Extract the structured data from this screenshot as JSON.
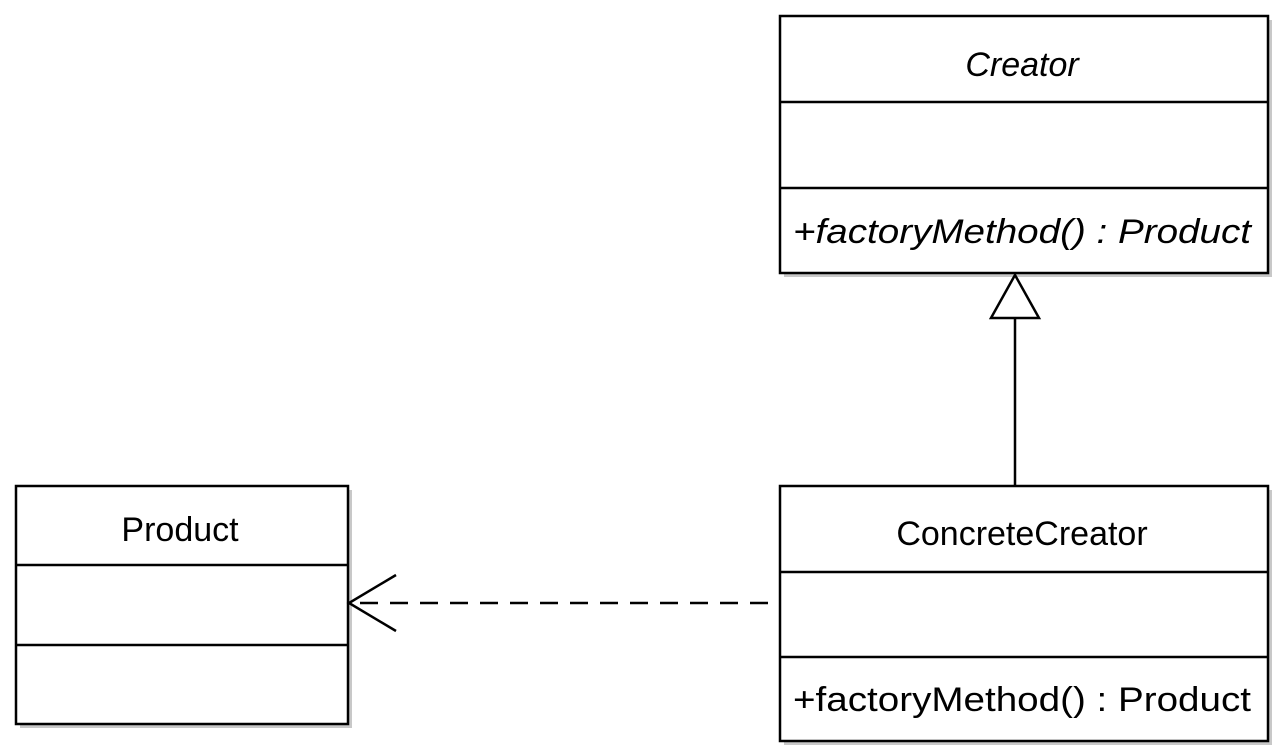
{
  "classes": {
    "creator": {
      "name": "Creator",
      "attributes": "",
      "method": "+factoryMethod() : Product",
      "abstract": true
    },
    "concrete_creator": {
      "name": "ConcreteCreator",
      "attributes": "",
      "method": "+factoryMethod() : Product",
      "abstract": false
    },
    "product": {
      "name": "Product",
      "attributes": "",
      "methods": ""
    }
  },
  "relationships": [
    {
      "type": "generalization",
      "from": "ConcreteCreator",
      "to": "Creator"
    },
    {
      "type": "dependency",
      "from": "ConcreteCreator",
      "to": "Product"
    }
  ],
  "colors": {
    "stroke": "#000000",
    "fill": "#ffffff",
    "shadow": "#c8c8c8"
  }
}
